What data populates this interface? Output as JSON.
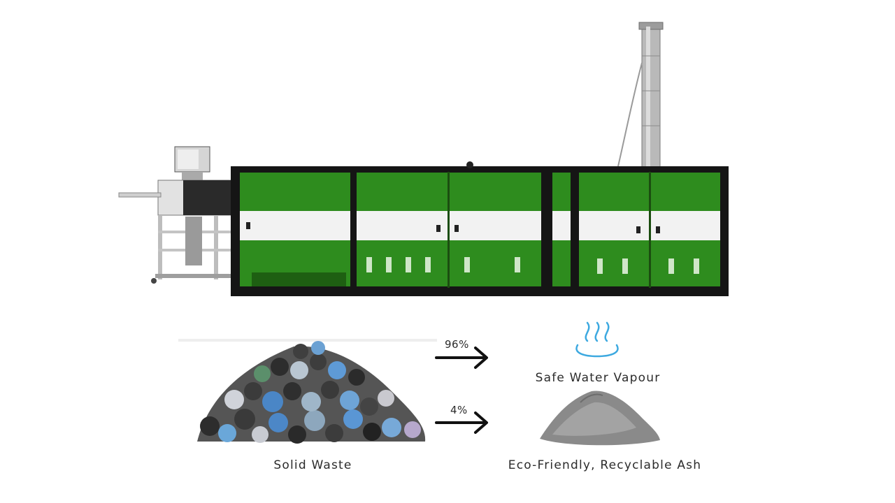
{
  "flow": {
    "input_label": "Solid Waste",
    "outputs": [
      {
        "percent": "96%",
        "label": "Safe Water Vapour",
        "icon": "steam-vapour-icon"
      },
      {
        "percent": "4%",
        "label": "Eco-Friendly, Recyclable Ash",
        "icon": "ash-pile-icon"
      }
    ]
  },
  "colors": {
    "machine_green": "#2e8c1e",
    "machine_frame": "#1a1a1a",
    "band_white": "#f2f2f2",
    "vapour_blue": "#3da9e0",
    "ash_grey": "#8a8a8a",
    "text": "#2b2b2b"
  }
}
